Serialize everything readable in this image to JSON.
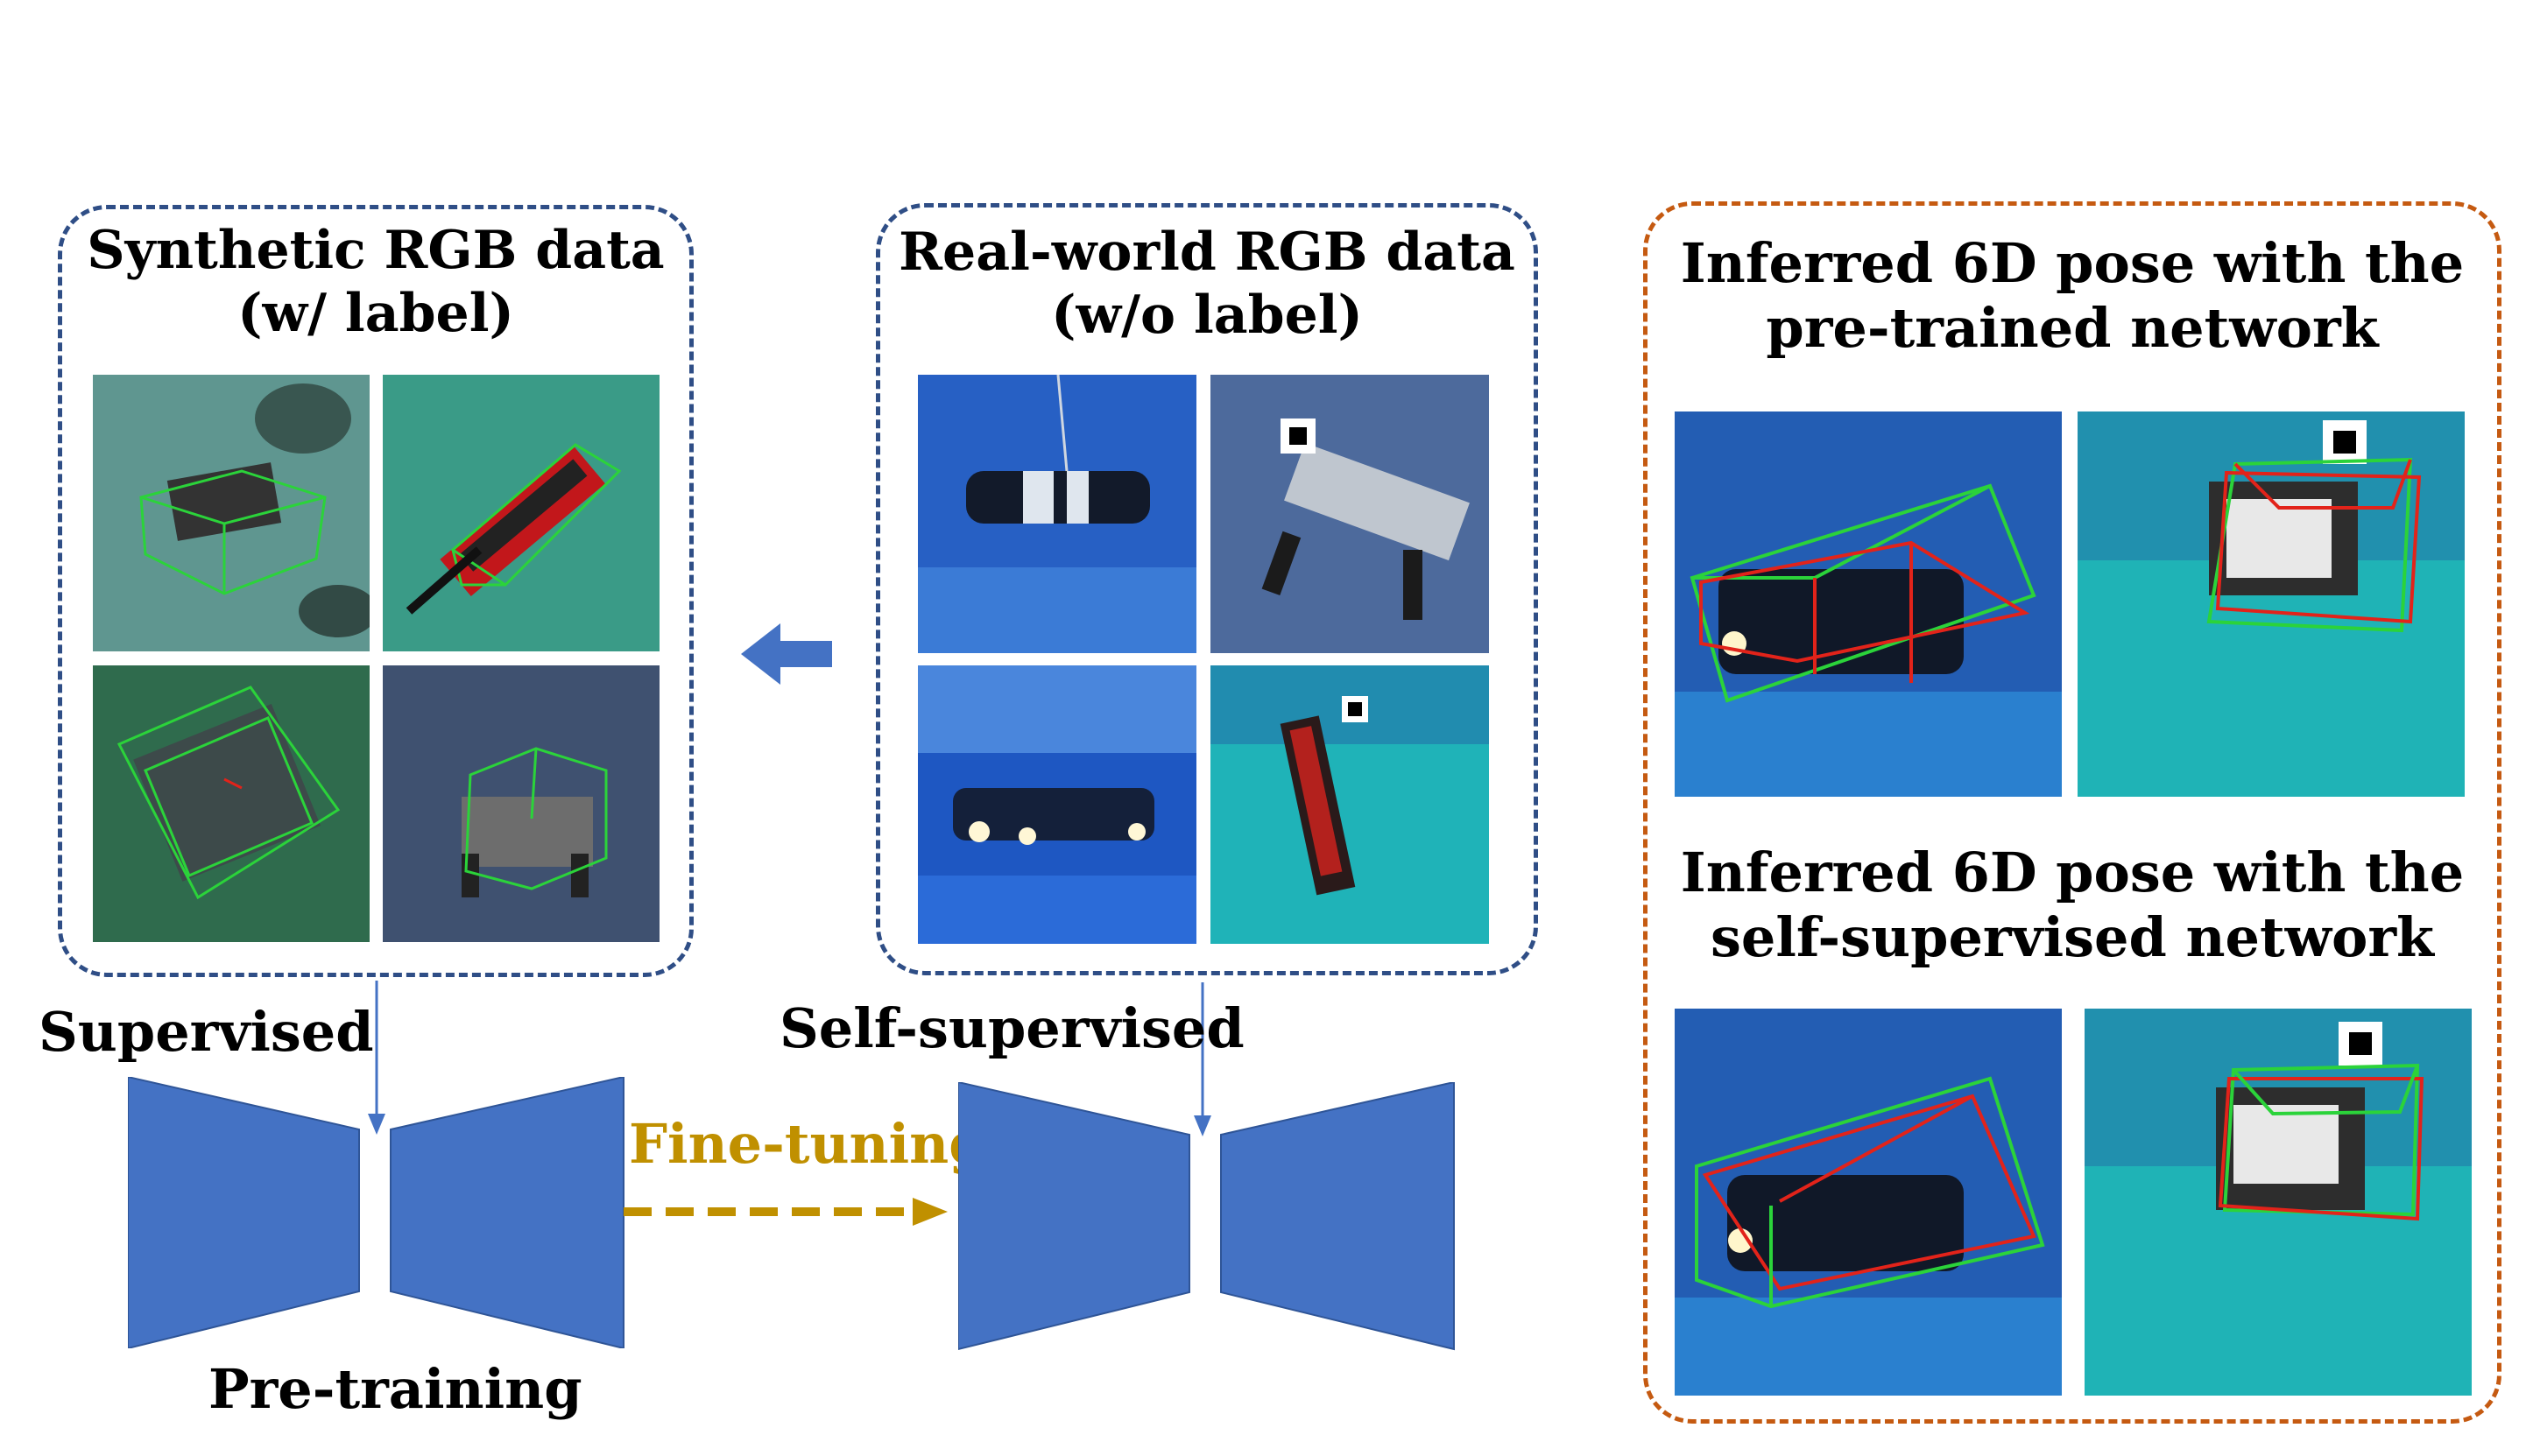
{
  "colors": {
    "box_blue": "#2f4e86",
    "box_orange": "#c55a11",
    "network": "#4472c4",
    "fine_tuning": "#c09000",
    "bbox_green": "#2bd33a",
    "bbox_red": "#e2231a"
  },
  "synthetic": {
    "title_line1": "Synthetic RGB data",
    "title_line2": "(w/ label)"
  },
  "realworld": {
    "title_line1": "Real-world RGB data",
    "title_line2": "(w/o label)"
  },
  "inferred_pretrained": {
    "line1": "Inferred 6D pose with the",
    "line2": "pre-trained network"
  },
  "inferred_selfsup": {
    "line1": "Inferred 6D pose with the",
    "line2": "self-supervised network"
  },
  "labels": {
    "supervised": "Supervised",
    "self_supervised": "Self-supervised",
    "fine_tuning": "Fine-tuning",
    "pre_training": "Pre-training"
  }
}
